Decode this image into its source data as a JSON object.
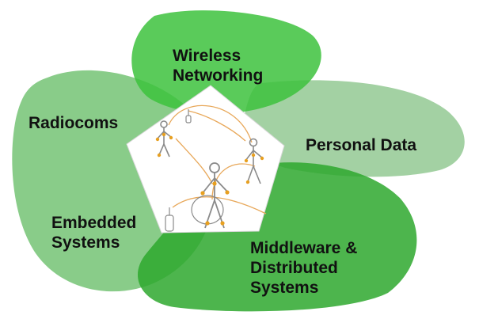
{
  "domains": [
    {
      "id": "wireless",
      "lines": [
        "Wireless",
        "Networking"
      ]
    },
    {
      "id": "radiocoms",
      "lines": [
        "Radiocoms"
      ]
    },
    {
      "id": "personal",
      "lines": [
        "Personal Data"
      ]
    },
    {
      "id": "embedded",
      "lines": [
        "Embedded",
        "Systems"
      ]
    },
    {
      "id": "middleware",
      "lines": [
        "Middleware &",
        "Distributed",
        "Systems"
      ]
    }
  ],
  "colors": {
    "left_blob": "#5cb95c",
    "right_blob": "#8cc58c",
    "top_blob": "#3dc23d",
    "bottom_blob": "#2ea82e",
    "pentagon": "#ffffff",
    "figure": "#8a8a8a",
    "arc": "#e8a85a",
    "node": "#e8a020"
  }
}
